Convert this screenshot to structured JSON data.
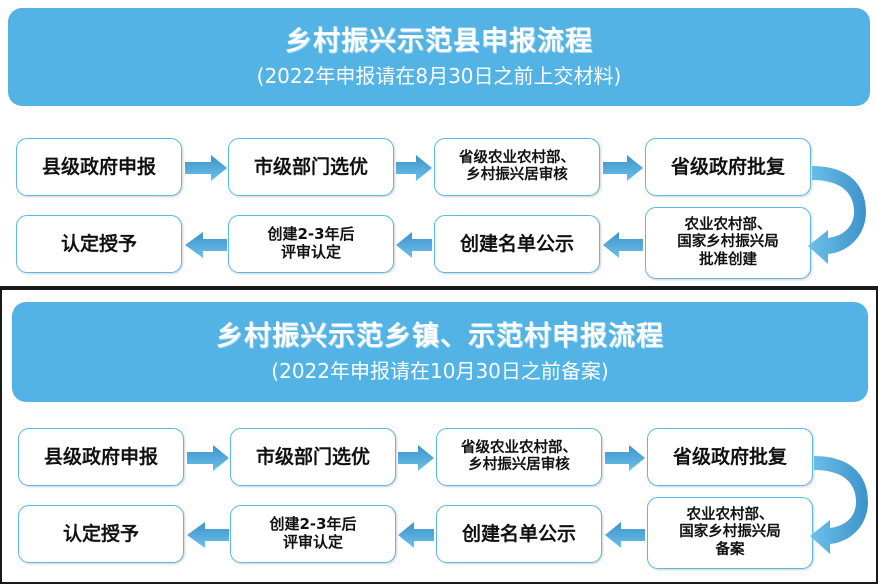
{
  "meta": {
    "banner_color": "#52b3e4",
    "box_border_color": "#5bb8e8",
    "arrow_color_dark": "#3d93c9",
    "arrow_color_light": "#6cc0ea",
    "frame_color": "#1a1a1a"
  },
  "sections": [
    {
      "id": "county",
      "banner": {
        "title": "乡村振兴示范县申报流程",
        "subtitle": "(2022年申报请在8月30日之前上交材料)"
      },
      "row1": [
        {
          "label": "县级政府申报"
        },
        {
          "label": "市级部门选优"
        },
        {
          "label": "省级农业农村部、\n乡村振兴居审核"
        },
        {
          "label": "省级政府批复"
        }
      ],
      "row2": [
        {
          "label": "认定授予"
        },
        {
          "label": "创建2-3年后\n评审认定"
        },
        {
          "label": "创建名单公示"
        },
        {
          "label": "农业农村部、\n国家乡村振兴局\n批准创建"
        }
      ]
    },
    {
      "id": "town",
      "banner": {
        "title": "乡村振兴示范乡镇、示范村申报流程",
        "subtitle": "(2022年申报请在10月30日之前备案)"
      },
      "row1": [
        {
          "label": "县级政府申报"
        },
        {
          "label": "市级部门选优"
        },
        {
          "label": "省级农业农村部、\n乡村振兴居审核"
        },
        {
          "label": "省级政府批复"
        }
      ],
      "row2": [
        {
          "label": "认定授予"
        },
        {
          "label": "创建2-3年后\n评审认定"
        },
        {
          "label": "创建名单公示"
        },
        {
          "label": "农业农村部、\n国家乡村振兴局\n备案"
        }
      ]
    }
  ]
}
